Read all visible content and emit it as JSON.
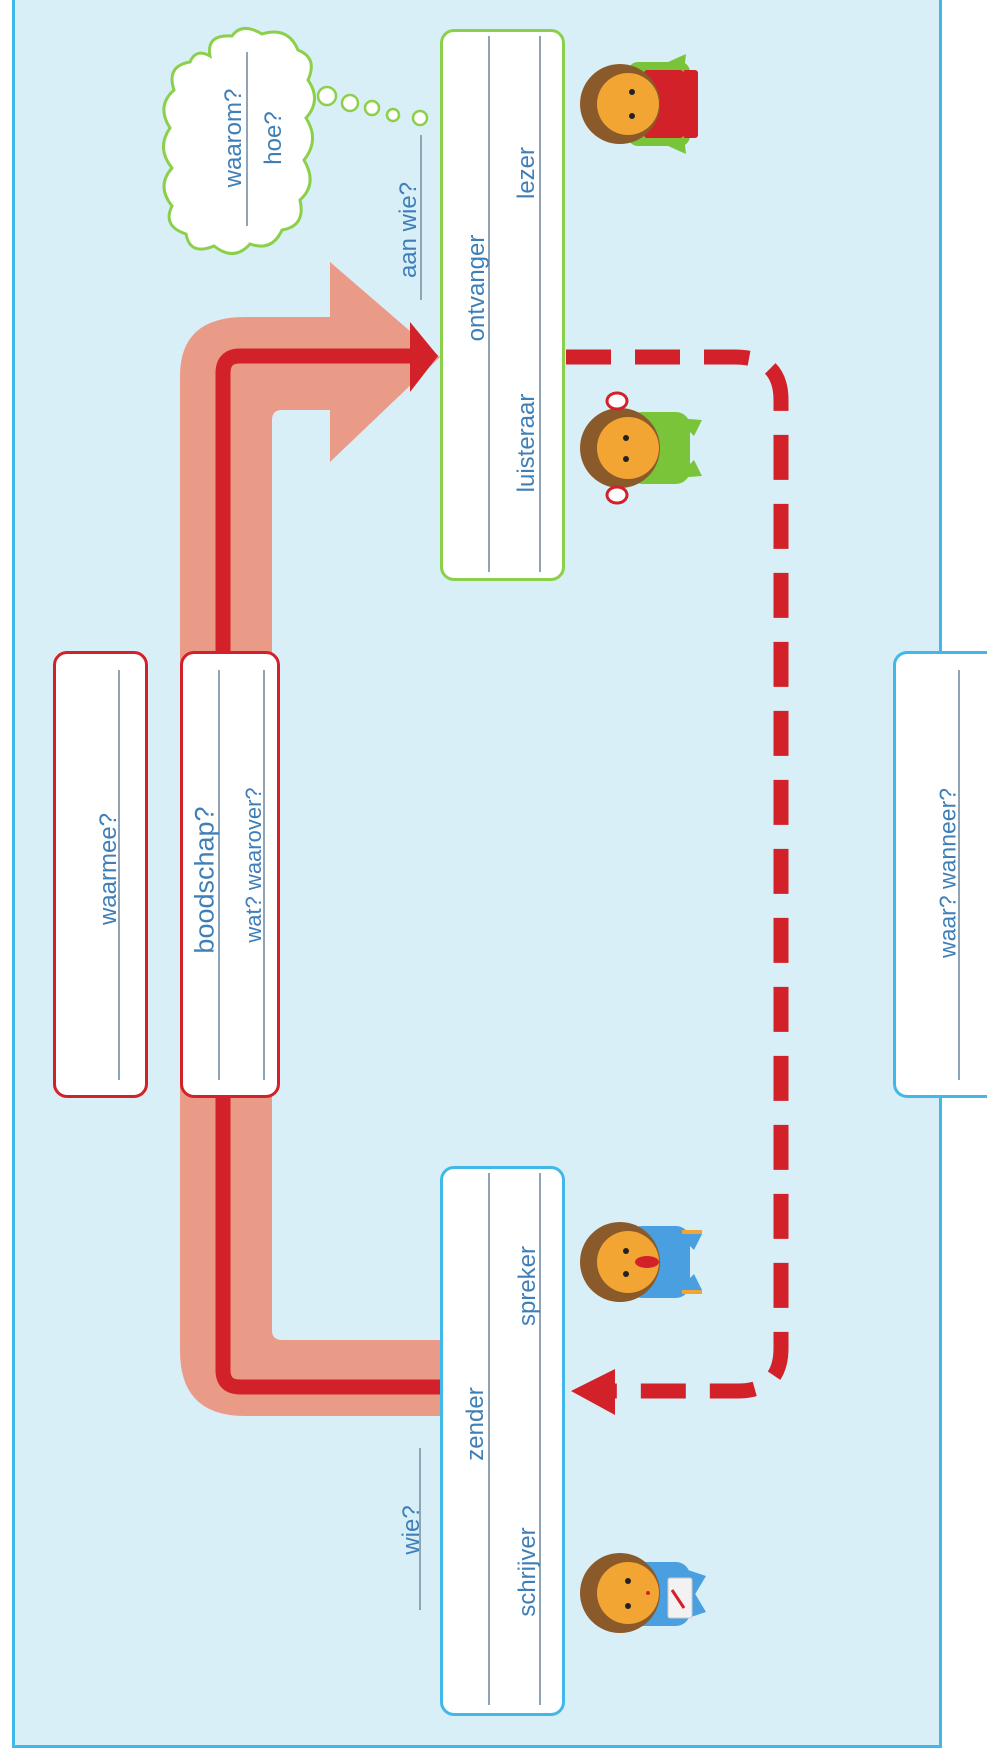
{
  "colors": {
    "background": "#d9eff8",
    "frame": "#41b8e8",
    "arrow_light": "#ea9b88",
    "arrow_dark": "#d3212a",
    "sender_border": "#41b8e8",
    "receiver_border": "#8ccf4a",
    "medium_border": "#d3212a",
    "text": "#3f7fb8"
  },
  "sender": {
    "role": "zender",
    "question": "wie?",
    "types": [
      "schrijver",
      "spreker"
    ]
  },
  "receiver": {
    "role": "ontvanger",
    "question": "aan wie?",
    "types": [
      "luisteraar",
      "lezer"
    ]
  },
  "message": {
    "title": "boodschap?",
    "questions": "wat? waarover?"
  },
  "medium": {
    "question": "waarmee?"
  },
  "setting": {
    "question": "waar? wanneer?"
  },
  "thought": {
    "line1": "waarom?",
    "line2": "hoe?"
  },
  "icons": [
    "writer-kid-icon",
    "speaker-kid-icon",
    "listener-kid-icon",
    "reader-kid-icon"
  ]
}
